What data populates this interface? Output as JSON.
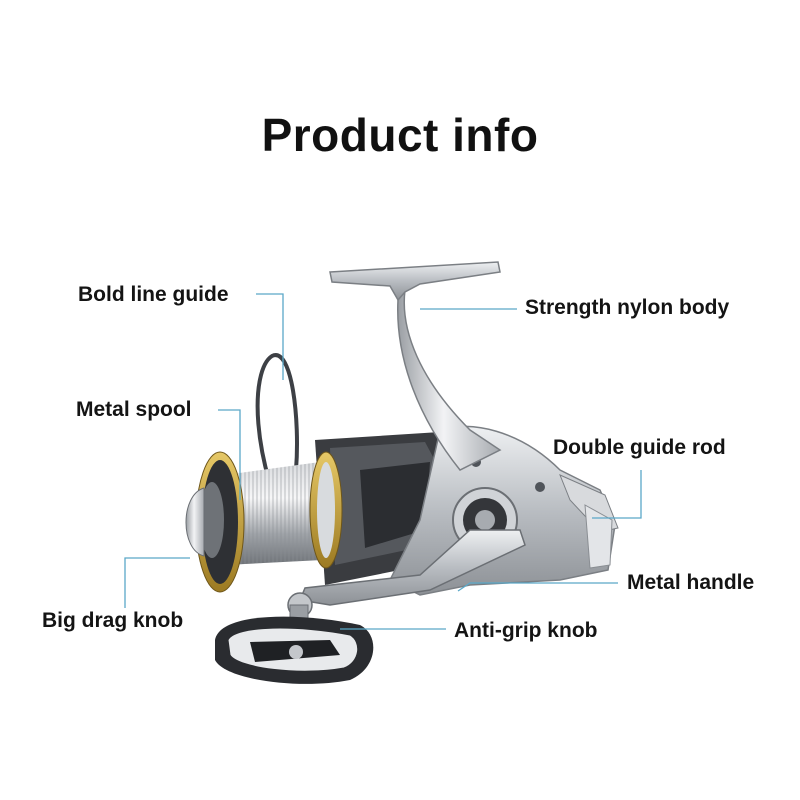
{
  "title": "Product info",
  "labels": {
    "bold_line_guide": "Bold line guide",
    "metal_spool": "Metal spool",
    "big_drag_knob": "Big drag knob",
    "strength_nylon_body": "Strength nylon body",
    "double_guide_rod": "Double guide rod",
    "metal_handle": "Metal handle",
    "anti_grip_knob": "Anti-grip knob"
  },
  "colors": {
    "leader_line": "#5aa8c8",
    "reel_silver": "#c8cbcf",
    "reel_dark": "#2a2c30",
    "spool_gold": "#c9a640"
  }
}
